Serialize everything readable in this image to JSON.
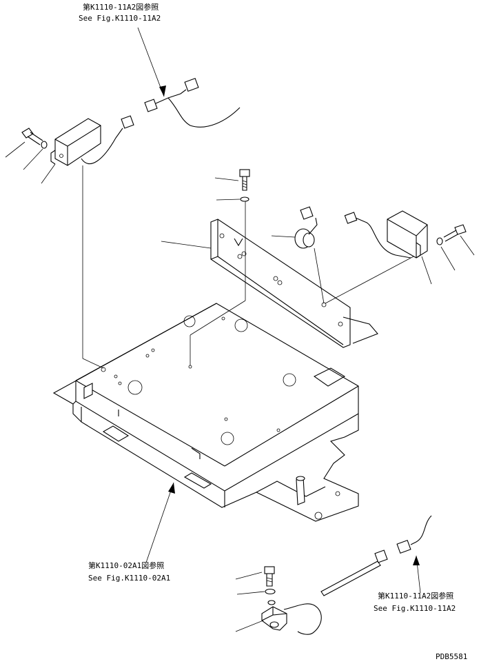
{
  "callouts": {
    "top_ref_jp": "第K1110-11A2図参照",
    "top_ref_en": "See Fig.K1110-11A2",
    "mid_ref_jp": "第K1110-02A1図参照",
    "mid_ref_en": "See Fig.K1110-02A1",
    "right_ref_jp": "第K1110-11A2図参照",
    "right_ref_en": "See Fig.K1110-11A2"
  },
  "drawing_id": "PDB5581"
}
